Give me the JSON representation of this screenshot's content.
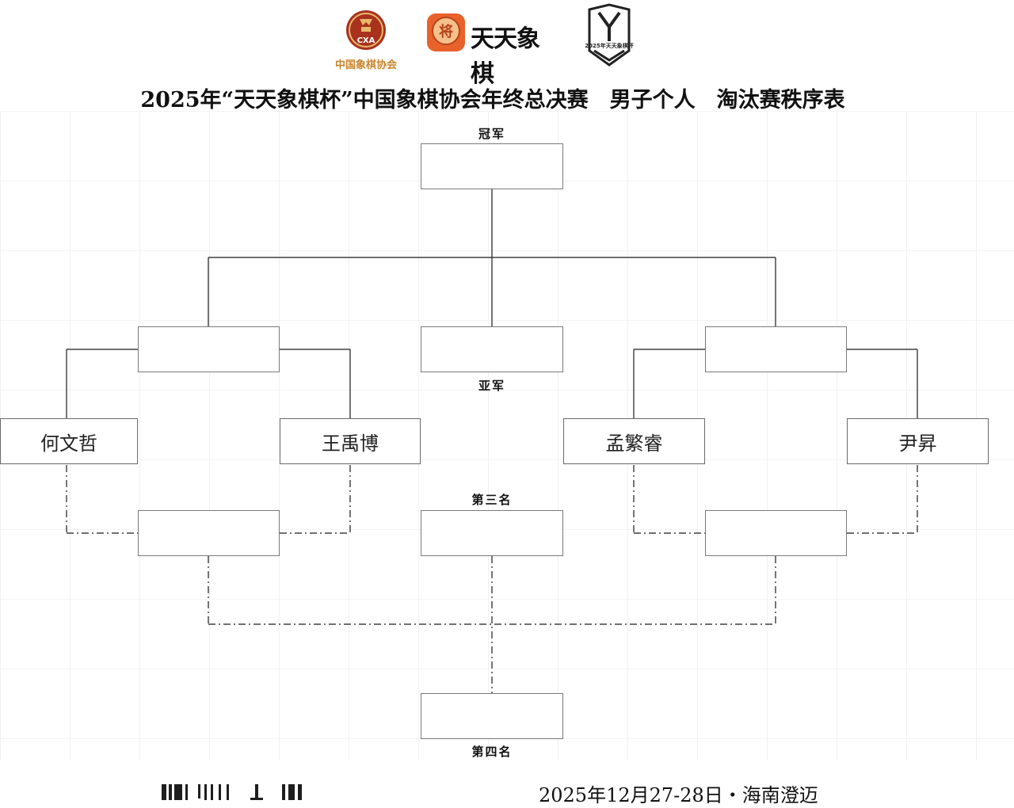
{
  "header": {
    "association_name": "中国象棋协会",
    "association_seal_text": "CXA",
    "app_name": "天天象棋",
    "app_icon_glyph": "将",
    "cup_logo_text": "2025年天天象棋杯"
  },
  "title": "2025年“天天象棋杯”中国象棋协会年终总决赛　男子个人　淘汰赛秩序表",
  "places": {
    "champion": "冠军",
    "runner_up": "亚军",
    "third": "第三名",
    "fourth": "第四名"
  },
  "players": [
    "何文哲",
    "王禹博",
    "孟繁睿",
    "尹昇"
  ],
  "footer": {
    "date_location": "2025年12月27-28日・海南澄迈"
  },
  "colors": {
    "line": "#1a1a1a",
    "box_border": "#7a7a7a",
    "association_gold": "#c8842c",
    "association_red": "#a8321e",
    "app_orange": "#e8622a"
  }
}
